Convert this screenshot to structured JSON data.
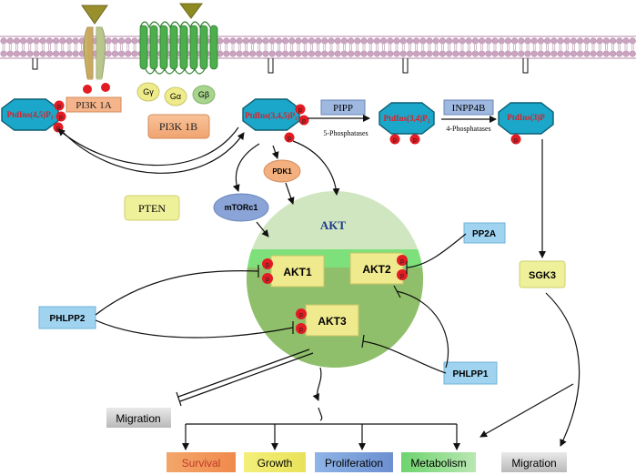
{
  "receptors": {
    "pi3k_1a": "PI3K 1A",
    "pi3k_1b": "PI3K 1B",
    "g_gamma": "Gγ",
    "g_alpha": "Gα",
    "g_beta": "Gβ"
  },
  "lipids": {
    "pip2": "PtdIns(4,5)P₂",
    "pip3": "PtdIns(3,4,5)P₃",
    "pip34": "PtdIns(3,4)P₂",
    "pi3p": "PtdIns(3)P"
  },
  "phosphate_label": "p",
  "enzymes": {
    "pipp": "PIPP",
    "pipp_note": "5-Phosphatases",
    "inpp4b": "INPP4B",
    "inpp4b_note": "4-Phosphatases",
    "pdk1": "PDK1",
    "mtorc1": "mTORc1",
    "pten": "PTEN",
    "pp2a": "PP2A",
    "phlpp2": "PHLPP2",
    "phlpp1": "PHLPP1",
    "sgk3": "SGK3"
  },
  "akt": {
    "title": "AKT",
    "akt1": "AKT1",
    "akt2": "AKT2",
    "akt3": "AKT3"
  },
  "outcomes": {
    "migration_left": "Migration",
    "migration_right": "Migration",
    "survival": "Survival",
    "growth": "Growth",
    "proliferation": "Proliferation",
    "metabolism": "Metabolism"
  },
  "colors": {
    "membrane": "#c9a3bf",
    "lipid_fill": "#1aa7c9",
    "phosphate": "#e31b23",
    "lipid_text": "#e31b23",
    "akt_outer": "#cfe6c0",
    "akt_inner": "#8fbf6a",
    "akt_band": "#7ee07a",
    "akt_box": "#f0ea8e",
    "blue_box": "#9fd3f0",
    "pten_box": "#eef09a"
  }
}
